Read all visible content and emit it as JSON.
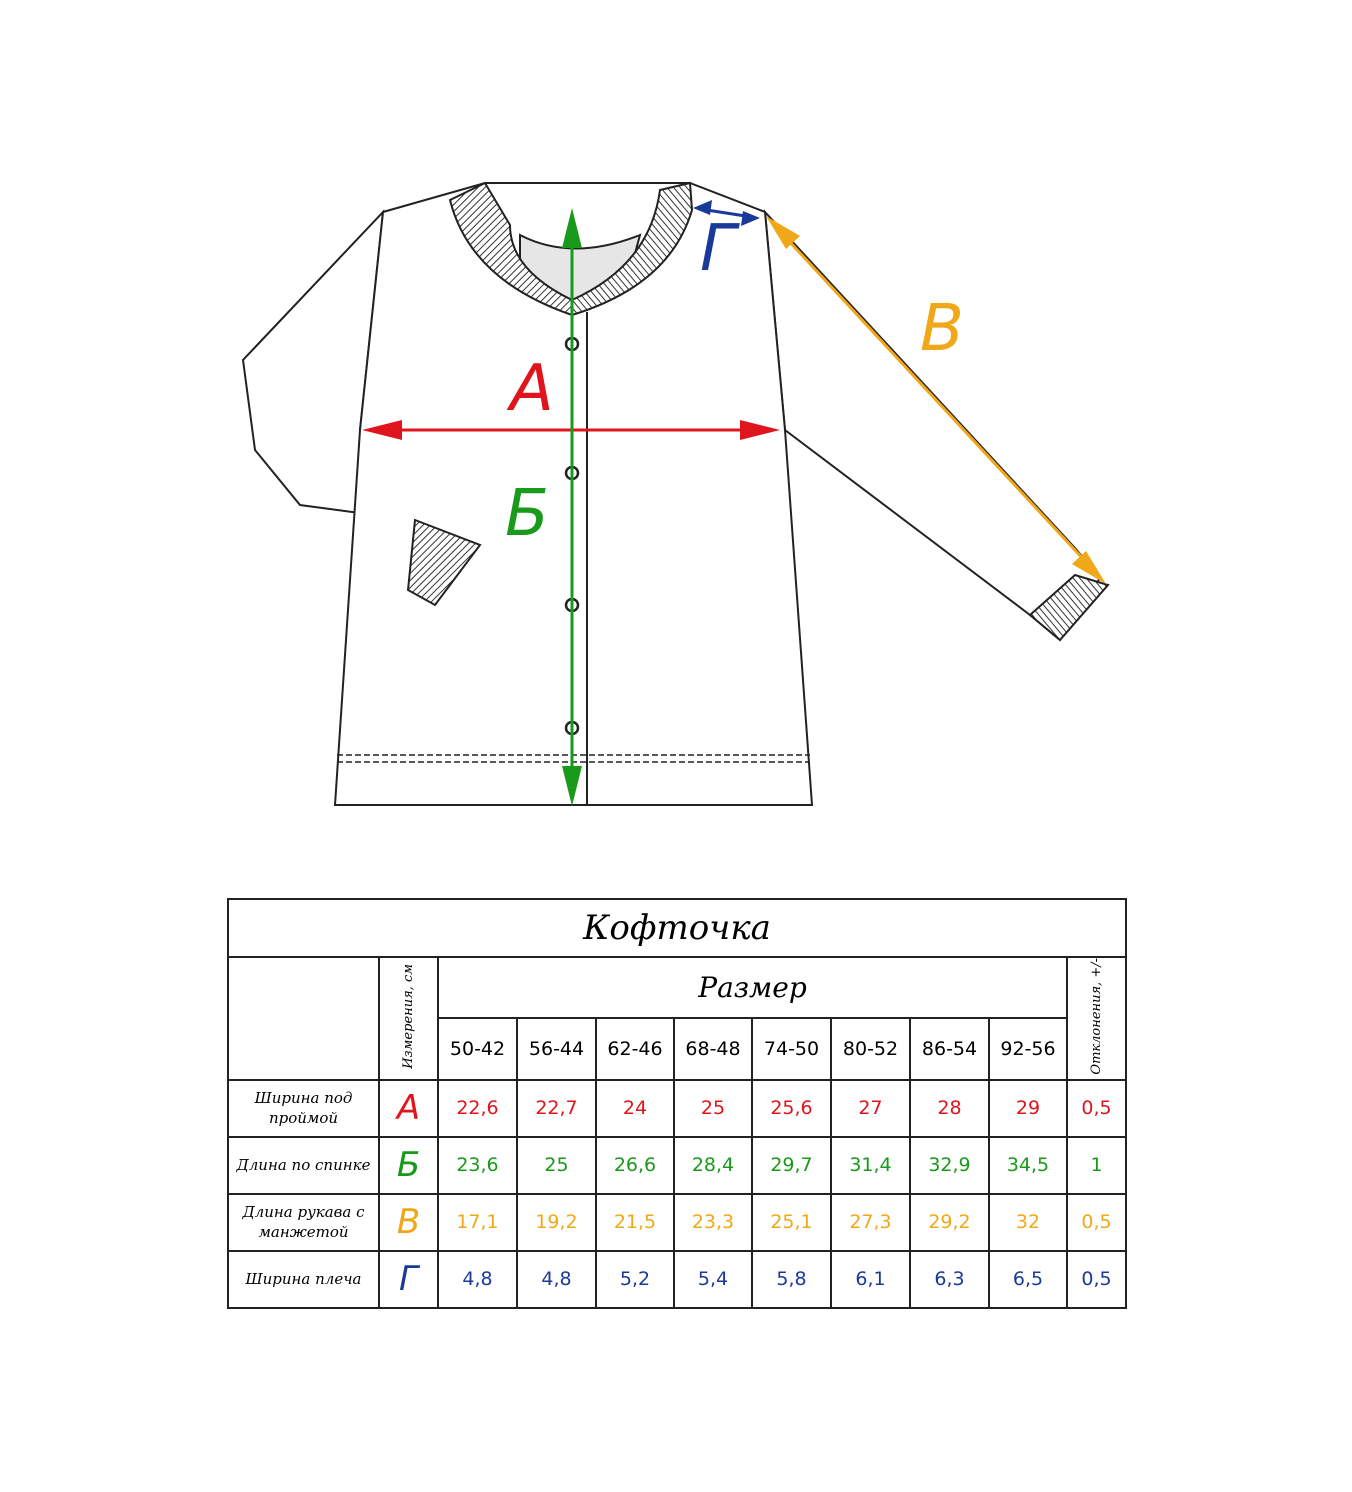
{
  "diagram": {
    "labels": {
      "a": "А",
      "b": "Б",
      "v": "В",
      "g": "Г"
    }
  },
  "colors": {
    "a": "#e0141c",
    "b": "#1a9a1a",
    "v": "#f0a818",
    "g": "#1a3a9a"
  },
  "table": {
    "title": "Кофточка",
    "measurements_header": "Измерения, см",
    "size_header": "Размер",
    "deviation_header": "Отклонения, +/-",
    "sizes": [
      "50-42",
      "56-44",
      "62-46",
      "68-48",
      "74-50",
      "80-52",
      "86-54",
      "92-56"
    ],
    "rows": [
      {
        "label": "Ширина под проймой",
        "letter": "А",
        "values": [
          "22,6",
          "22,7",
          "24",
          "25",
          "25,6",
          "27",
          "28",
          "29"
        ],
        "deviation": "0,5"
      },
      {
        "label": "Длина по спинке",
        "letter": "Б",
        "values": [
          "23,6",
          "25",
          "26,6",
          "28,4",
          "29,7",
          "31,4",
          "32,9",
          "34,5"
        ],
        "deviation": "1"
      },
      {
        "label": "Длина рукава с манжетой",
        "letter": "В",
        "values": [
          "17,1",
          "19,2",
          "21,5",
          "23,3",
          "25,1",
          "27,3",
          "29,2",
          "32"
        ],
        "deviation": "0,5"
      },
      {
        "label": "Ширина плеча",
        "letter": "Г",
        "values": [
          "4,8",
          "4,8",
          "5,2",
          "5,4",
          "5,8",
          "6,1",
          "6,3",
          "6,5"
        ],
        "deviation": "0,5"
      }
    ]
  }
}
